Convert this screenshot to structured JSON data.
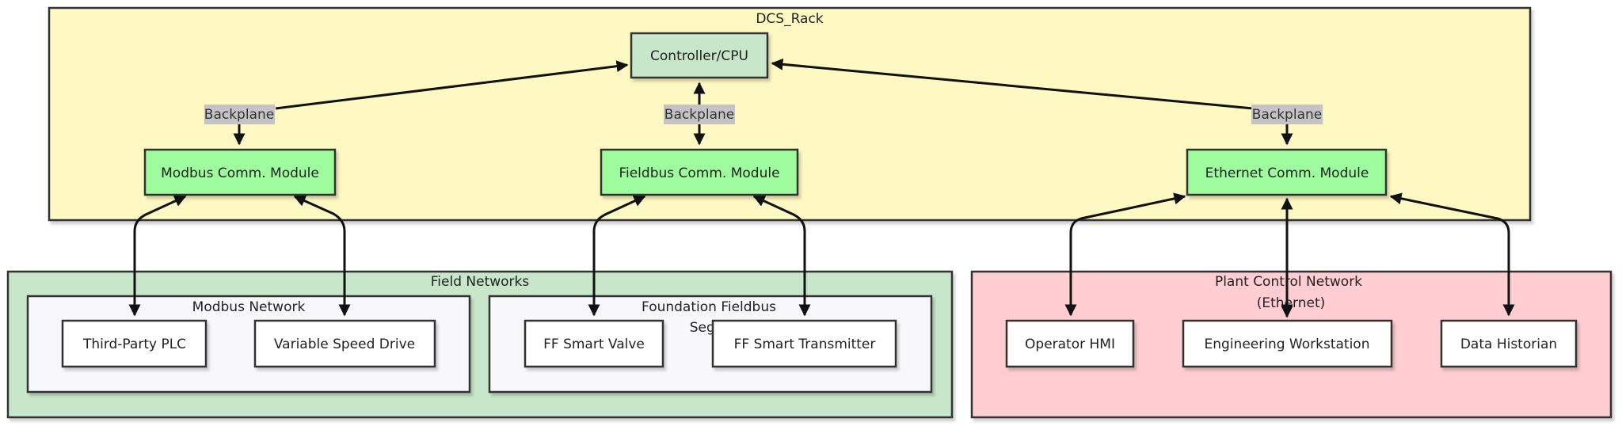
{
  "colors": {
    "rack_fill": "#fef9c3",
    "field_fill": "#c8e6c9",
    "plant_fill": "#ffcdd2",
    "subnet_fill": "#f8f8fa",
    "cpu_fill": "#c8e6c9",
    "comm_fill": "#9efc9e",
    "device_fill": "#ffffff",
    "edge_label_bg": "#c4c4c4",
    "border": "#333333"
  },
  "clusters": {
    "rack": {
      "label": "DCS_Rack"
    },
    "field": {
      "label": "Field Networks"
    },
    "modbus": {
      "label": "Modbus Network"
    },
    "ff": {
      "label_line1": "Foundation Fieldbus",
      "label_line2": "Segm"
    },
    "plant": {
      "label_line1": "Plant Control Network",
      "label_line2": "(Ethernet)"
    }
  },
  "nodes": {
    "cpu": "Controller/CPU",
    "modbus_module": "Modbus Comm. Module",
    "fieldbus_module": "Fieldbus Comm. Module",
    "ethernet_module": "Ethernet Comm. Module",
    "plc": "Third-Party PLC",
    "vsd": "Variable Speed Drive",
    "valve": "FF Smart Valve",
    "transmitter": "FF Smart Transmitter",
    "hmi": "Operator HMI",
    "workstation": "Engineering Workstation",
    "historian": "Data Historian"
  },
  "edge_labels": {
    "modbus_backplane": "Backplane",
    "fieldbus_backplane": "Backplane",
    "ethernet_backplane": "Backplane"
  }
}
